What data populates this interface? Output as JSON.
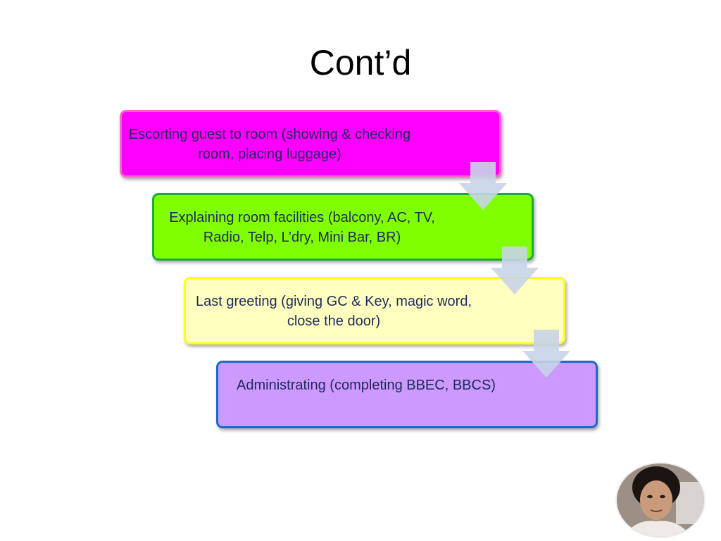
{
  "slide": {
    "title": "Cont’d"
  },
  "steps": [
    {
      "text": "Escorting guest to room (showing & checking room, placing luggage)",
      "fill": "#ff00ff",
      "border": "#ff66cc"
    },
    {
      "text": "Explaining room facilities (balcony, AC, TV, Radio, Telp, L’dry, Mini Bar, BR)",
      "fill": "#80ff00",
      "border": "#1aab3c"
    },
    {
      "text": "Last greeting (giving GC & Key, magic word, close the door)",
      "fill": "#ffffc0",
      "border": "#ffff1a"
    },
    {
      "text": "Administrating (completing BBEC, BBCS)",
      "fill": "#cc99ff",
      "border": "#1a6cc4"
    }
  ],
  "colors": {
    "arrow": "#c8d4e8",
    "text": "#1f2a5c"
  },
  "icons": {
    "arrow": "down-arrow-icon",
    "photo": "presenter-photo"
  }
}
